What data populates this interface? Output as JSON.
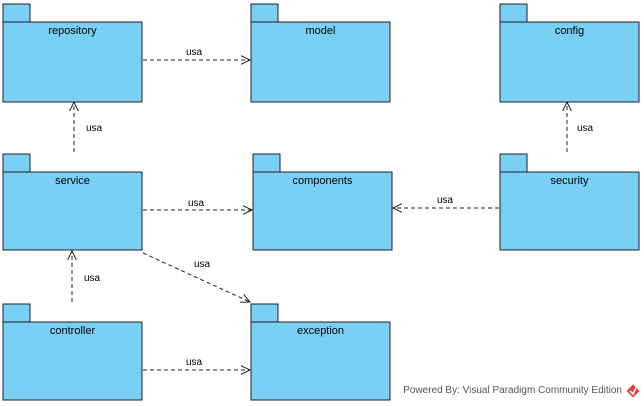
{
  "packages": [
    {
      "id": "repository",
      "name": "repository"
    },
    {
      "id": "model",
      "name": "model"
    },
    {
      "id": "config",
      "name": "config"
    },
    {
      "id": "service",
      "name": "service"
    },
    {
      "id": "components",
      "name": "components"
    },
    {
      "id": "security",
      "name": "security"
    },
    {
      "id": "controller",
      "name": "controller"
    },
    {
      "id": "exception",
      "name": "exception"
    }
  ],
  "dependencies": [
    {
      "from": "repository",
      "to": "model",
      "label": "usa"
    },
    {
      "from": "service",
      "to": "repository",
      "label": "usa"
    },
    {
      "from": "security",
      "to": "config",
      "label": "usa"
    },
    {
      "from": "service",
      "to": "components",
      "label": "usa"
    },
    {
      "from": "security",
      "to": "components",
      "label": "usa"
    },
    {
      "from": "service",
      "to": "exception",
      "label": "usa"
    },
    {
      "from": "controller",
      "to": "service",
      "label": "usa"
    },
    {
      "from": "controller",
      "to": "exception",
      "label": "usa"
    }
  ],
  "footer": {
    "text": "Powered By: Visual Paradigm Community Edition"
  },
  "colors": {
    "package_fill": "#7acff5",
    "logo_red": "#e2413b"
  }
}
